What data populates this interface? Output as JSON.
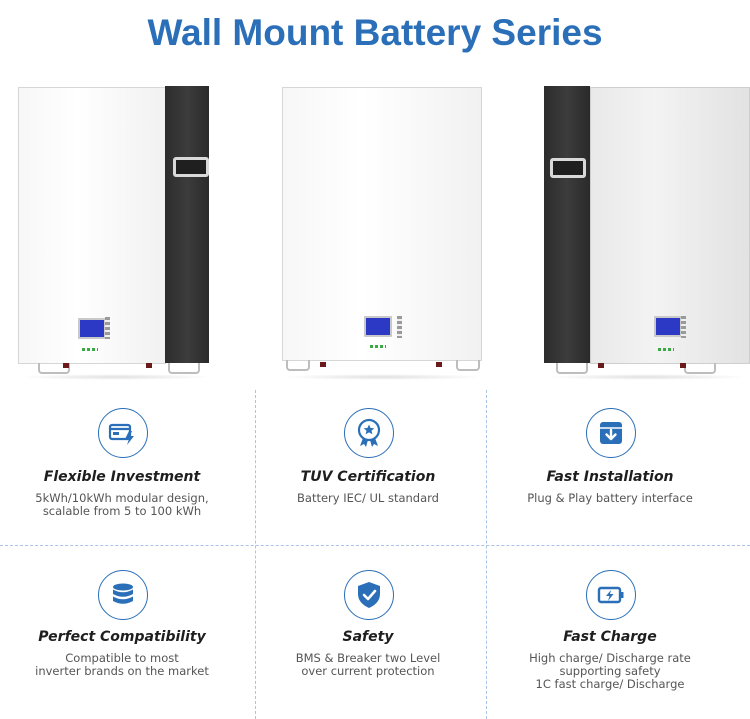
{
  "title": {
    "text": "Wall Mount Battery Series",
    "color": "#2a6fb8"
  },
  "features": [
    {
      "title": "Flexible Investment",
      "icon": "card-lightning-icon",
      "desc": [
        "5kWh/10kWh modular design,",
        "scalable from 5 to 100 kWh"
      ]
    },
    {
      "title": "TUV Certification",
      "icon": "certificate-badge-icon",
      "desc": [
        "Battery IEC/ UL standard"
      ]
    },
    {
      "title": "Fast Installation",
      "icon": "install-download-icon",
      "desc": [
        "Plug & Play battery interface"
      ]
    },
    {
      "title": "Perfect Compatibility",
      "icon": "database-stack-icon",
      "desc": [
        "Compatible to most",
        "inverter brands on the market"
      ]
    },
    {
      "title": "Safety",
      "icon": "shield-check-icon",
      "desc": [
        "BMS & Breaker two Level",
        "over current protection"
      ]
    },
    {
      "title": "Fast Charge",
      "icon": "battery-charge-icon",
      "desc": [
        "High charge/ Discharge rate",
        "supporting safety",
        "1C fast charge/ Discharge"
      ]
    }
  ],
  "colors": {
    "accent": "#2a6fb8",
    "divider": "#a9c4e4"
  }
}
